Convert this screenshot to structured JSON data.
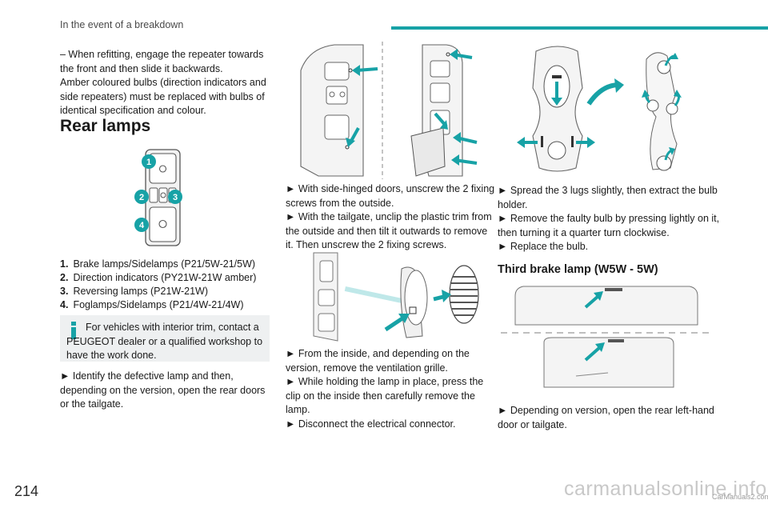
{
  "header": {
    "section": "In the event of a breakdown",
    "accent_color": "#17a2a6"
  },
  "col1": {
    "intro": [
      "– When refitting, engage the repeater towards the front and then slide it backwards.",
      "Amber coloured bulbs (direction indicators and side repeaters) must be replaced with bulbs of identical specification and colour."
    ],
    "heading": "Rear lamps",
    "callouts": [
      "1",
      "2",
      "3",
      "4"
    ],
    "lamp_list": [
      {
        "num": "1.",
        "text": "Brake lamps/Sidelamps (P21/5W-21/5W)"
      },
      {
        "num": "2.",
        "text": "Direction indicators (PY21W-21W amber)"
      },
      {
        "num": "3.",
        "text": "Reversing lamps (P21W-21W)"
      },
      {
        "num": "4.",
        "text": "Foglamps/Sidelamps (P21/4W-21/4W)"
      }
    ],
    "info": "For vehicles with interior trim, contact a PEUGEOT dealer or a qualified workshop to have the work done.",
    "step": "► Identify the defective lamp and then, depending on the version, open the rear doors or the tailgate."
  },
  "col2": {
    "steps_a": [
      "► With side-hinged doors, unscrew the 2 fixing screws from the outside.",
      "► With the tailgate, unclip the plastic trim from the outside and then tilt it outwards to remove it. Then unscrew the 2 fixing screws."
    ],
    "steps_b": [
      "► From the inside, and depending on the version, remove the ventilation grille.",
      "► While holding the lamp in place, press the clip on the inside then carefully remove the lamp.",
      "► Disconnect the electrical connector."
    ]
  },
  "col3": {
    "steps_a": [
      "► Spread the 3 lugs slightly, then extract the bulb holder.",
      "► Remove the faulty bulb by pressing lightly on it, then turning it a quarter turn clockwise.",
      "► Replace the bulb."
    ],
    "heading": "Third brake lamp (W5W - 5W)",
    "steps_b": [
      "► Depending on version, open the rear left-hand door or tailgate."
    ]
  },
  "footer": {
    "page_number": "214",
    "watermark": "carmanualsonline.info",
    "watermark_small": "CarManuals2.com"
  }
}
